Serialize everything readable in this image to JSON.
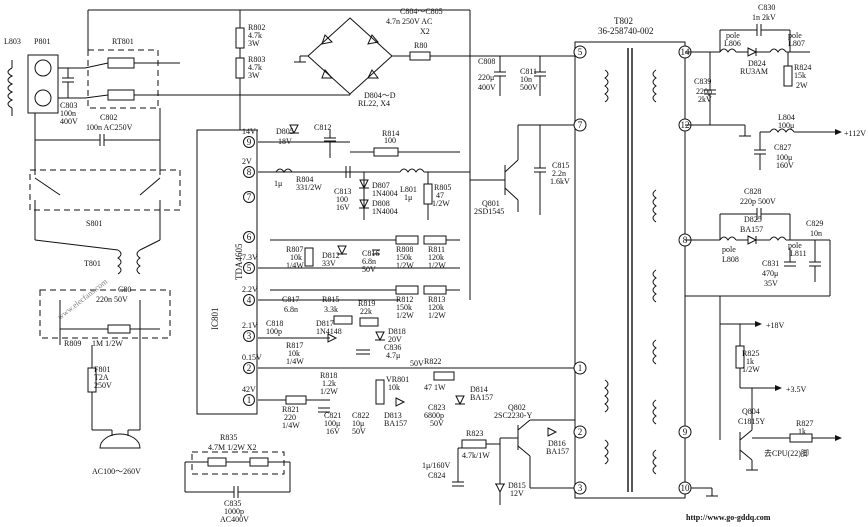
{
  "watermark": "www.elecfans.com",
  "url": "http://www.go-gddq.com",
  "ic": {
    "ref": "IC801",
    "part": "TDA4605",
    "pins": [
      "9",
      "8",
      "7",
      "6",
      "5",
      "4",
      "3",
      "2",
      "1"
    ],
    "pin_volts": [
      "14V",
      "2V",
      "",
      "",
      "7.3V",
      "2.2V",
      "2.1V",
      "0.15V",
      "42V"
    ]
  },
  "transformer": {
    "ref": "T802",
    "part": "36-258740-002",
    "pins": [
      "5",
      "7",
      "1",
      "2",
      "3",
      "14",
      "12",
      "8",
      "9",
      "10"
    ]
  },
  "labels": {
    "l803": "L803",
    "p801": [
      "P801"
    ],
    "rt801": "RT801",
    "c803": [
      "C803",
      "100n",
      "400V"
    ],
    "c802": [
      "C802",
      "100n  AC250V"
    ],
    "s801": "S801",
    "t801": "T801",
    "c80x": [
      "C80",
      "220n  50V"
    ],
    "r809": [
      "R809",
      "1M  1/2W"
    ],
    "f801": [
      "F801",
      "T2A",
      "250V"
    ],
    "ac": "AC100～260V",
    "r802": [
      "R802",
      "4.7k",
      "3W"
    ],
    "r803": [
      "R803",
      "4.7k",
      "3W"
    ],
    "c804": [
      "C804～C805",
      "4.7n  250V  AC",
      "X2"
    ],
    "r80x": "R80",
    "bridge": [
      "D804～D",
      "RL22, X4"
    ],
    "d805": [
      "D805",
      "18V"
    ],
    "c812": [
      "C812"
    ],
    "r814": [
      "R814",
      "100"
    ],
    "r804": [
      "R804",
      "1μ",
      "331/2W"
    ],
    "c813": [
      "C813",
      "100",
      "16V"
    ],
    "d807": [
      "D807",
      "1N4004"
    ],
    "d808": [
      "D808",
      "1N4004"
    ],
    "l801": [
      "L801",
      "1μ"
    ],
    "r805": [
      "R805",
      "47",
      "1/2W"
    ],
    "c808": [
      "C808",
      "220μ",
      "400V"
    ],
    "c811": [
      "C811",
      "10n",
      "500V"
    ],
    "c815": [
      "C815",
      "2.2n",
      "1.6kV"
    ],
    "q801": [
      "Q801",
      "2SD1545"
    ],
    "r807": [
      "R807",
      "10k",
      "1/4W"
    ],
    "d812": [
      "D812",
      "33V"
    ],
    "c816": [
      "C816",
      "6.8n",
      "50V"
    ],
    "r808": [
      "R808",
      "150k",
      "1/2W"
    ],
    "r811": [
      "R811",
      "120k",
      "1/2W"
    ],
    "c817": [
      "C817",
      "6.8n"
    ],
    "r815": [
      "R815",
      "3.3k"
    ],
    "r819": [
      "R819",
      "22k"
    ],
    "r812": [
      "R812",
      "150k",
      "1/2W"
    ],
    "r813": [
      "R813",
      "120k",
      "1/2W"
    ],
    "c818": [
      "C818",
      "100p"
    ],
    "d817": [
      "D817",
      "1N4148"
    ],
    "d818": [
      "D818",
      "20V"
    ],
    "r817": [
      "R817",
      "10k",
      "1/4W"
    ],
    "c836": [
      "C836",
      "4.7μ"
    ],
    "v50": "50V",
    "r818": [
      "R818",
      "1.2k",
      "1/2W"
    ],
    "vr801": [
      "VR801",
      "10k"
    ],
    "r822": [
      "R822",
      "47  1W"
    ],
    "r821": [
      "R821",
      "220",
      "1/4W"
    ],
    "c821": [
      "C821",
      "100μ",
      "16V"
    ],
    "c822": [
      "C822",
      "10μ",
      "50V"
    ],
    "d813": [
      "D813",
      "BA157"
    ],
    "c823": [
      "C823",
      "6800p",
      "50V"
    ],
    "d814": [
      "D814",
      "BA157"
    ],
    "q802": [
      "Q802",
      "2SC2230-Y"
    ],
    "r823": [
      "R823",
      "4.7k/1W"
    ],
    "d816": [
      "D816",
      "BA157"
    ],
    "c824": [
      "1μ/160V",
      "C824"
    ],
    "d815": [
      "D815",
      "12V"
    ],
    "r835": [
      "R835",
      "4.7M  1/2W  X2"
    ],
    "c835": [
      "C835",
      "1000p",
      "AC400V"
    ],
    "c830": [
      "C830",
      "1n  2kV"
    ],
    "l806": [
      "pole",
      "L806"
    ],
    "l807": [
      "pole",
      "L807"
    ],
    "d824": [
      "D824",
      "RU3AM"
    ],
    "r824": [
      "R824",
      "15k",
      "2W"
    ],
    "c839": [
      "C839",
      "220p",
      "2kV"
    ],
    "l804": [
      "L804",
      "100μ"
    ],
    "v112": "+112V",
    "c827": [
      "C827",
      "100μ",
      "160V"
    ],
    "c828": [
      "C828",
      "220p  500V"
    ],
    "d825": [
      "D825",
      "BA157"
    ],
    "l808": [
      "pole",
      "L808"
    ],
    "l811": [
      "pole",
      "L811"
    ],
    "c829": [
      "C829",
      "10n"
    ],
    "c831": [
      "C831",
      "470μ",
      "35V"
    ],
    "v18": "+18V",
    "r825": [
      "R825",
      "1k",
      "1/2W"
    ],
    "v35": "+3.5V",
    "q804": [
      "Q804",
      "C1815Y"
    ],
    "r827": [
      "R827",
      "1k"
    ],
    "cpu": "去CPU(22)脚"
  }
}
